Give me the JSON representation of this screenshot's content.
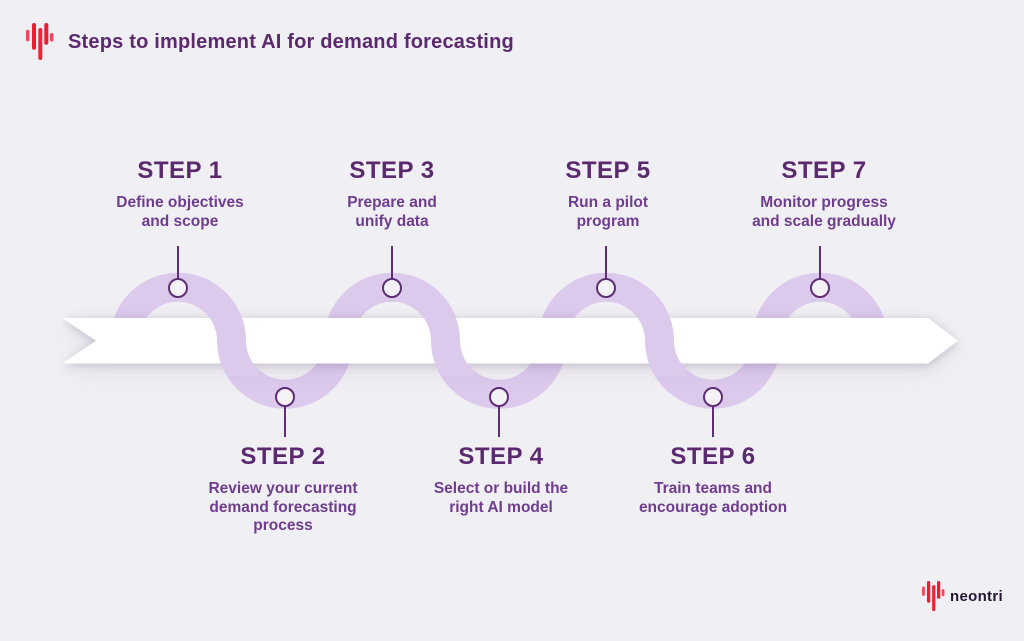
{
  "header": {
    "title": "Steps to implement AI for demand forecasting",
    "icon": "waveform-icon"
  },
  "steps": [
    {
      "label": "STEP 1",
      "description_lines": [
        "Define objectives",
        "and scope"
      ],
      "position": "top"
    },
    {
      "label": "STEP 2",
      "description_lines": [
        "Review your current",
        "demand forecasting",
        "process"
      ],
      "position": "bottom"
    },
    {
      "label": "STEP 3",
      "description_lines": [
        "Prepare and",
        "unify data"
      ],
      "position": "top"
    },
    {
      "label": "STEP 4",
      "description_lines": [
        "Select or build the",
        "right AI model"
      ],
      "position": "bottom"
    },
    {
      "label": "STEP 5",
      "description_lines": [
        "Run a pilot",
        "program"
      ],
      "position": "top"
    },
    {
      "label": "STEP 6",
      "description_lines": [
        "Train teams and",
        "encourage adoption"
      ],
      "position": "bottom"
    },
    {
      "label": "STEP 7",
      "description_lines": [
        "Monitor progress",
        "and scale gradually"
      ],
      "position": "top"
    }
  ],
  "footer": {
    "brand": "neontri",
    "icon": "waveform-icon"
  },
  "colors": {
    "background": "#f0eff3",
    "title": "#5b2a6e",
    "step_label": "#5b2a6e",
    "step_description": "#6e3d8d",
    "wave": "#dccaed",
    "connector": "#5e2d73",
    "band": "#ffffff",
    "brand_red": "#ee1c31",
    "brand_red_light": "#f4455a",
    "brand_text": "#241533"
  }
}
